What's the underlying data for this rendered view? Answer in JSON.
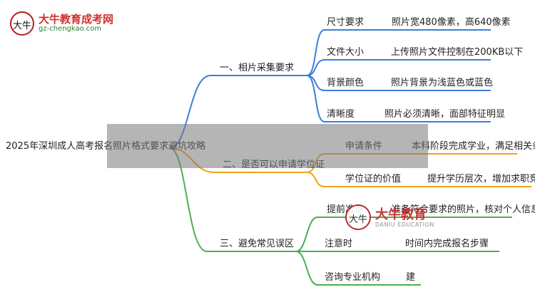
{
  "logo": {
    "badge": "大牛",
    "title": "大牛教育成考网",
    "url": "gz-chengkao.com"
  },
  "root": {
    "label": "2025年深圳成人高考报名照片格式要求避坑攻略"
  },
  "branches": [
    {
      "label": "一、相片采集要求",
      "items": [
        {
          "key": "尺寸要求",
          "value": "照片宽480像素，高640像素"
        },
        {
          "key": "文件大小",
          "value": "上传照片文件控制在200KB以下"
        },
        {
          "key": "背景颜色",
          "value": "照片背景为浅蓝色或蓝色"
        },
        {
          "key": "清晰度",
          "value": "照片必须清晰，面部特征明显"
        }
      ]
    },
    {
      "label": "二、是否可以申请学位证",
      "items": [
        {
          "key": "申请条件",
          "value": "本科阶段完成学业，满足相关条件"
        },
        {
          "key": "学位证的价值",
          "value": "提升学历层次，增加求职竞争力"
        }
      ]
    },
    {
      "label": "三、避免常见误区",
      "items": [
        {
          "key": "提前准备",
          "value": "准备符合要求的照片，核对个人信息"
        },
        {
          "key": "注意时",
          "value": "时间内完成报名步骤"
        },
        {
          "key": "咨询专业机构",
          "value": "建"
        }
      ]
    }
  ],
  "watermark": {
    "badge": "大牛",
    "title": "大牛教育",
    "subtitle": "DANIU EDUCATION"
  },
  "colors": {
    "branch1": "#3b7ddd",
    "branch2": "#f0a21a",
    "branch3": "#4caf50"
  }
}
